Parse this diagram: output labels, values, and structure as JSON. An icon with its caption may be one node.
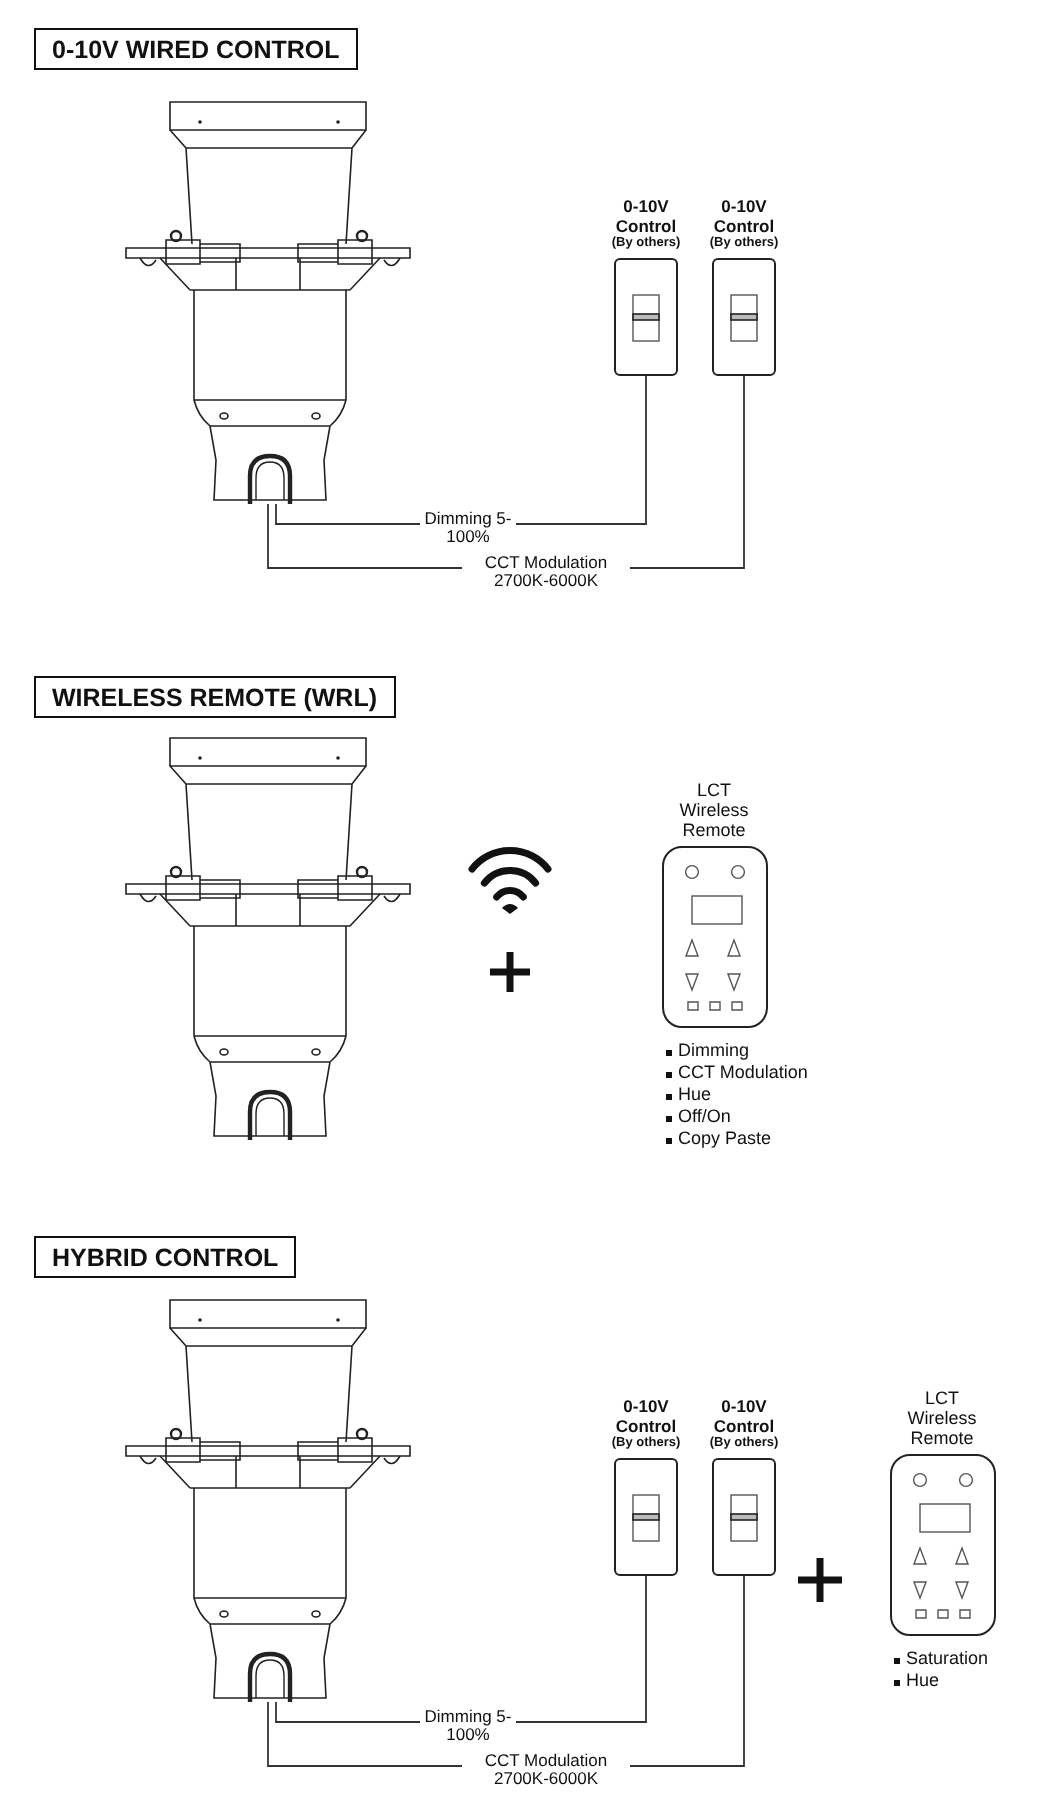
{
  "diagram": {
    "nodes": [
      {
        "text": [
          "0-10V WIRED CONTROL"
        ]
      },
      {
        "text": [],
        "shape": "picture"
      },
      {
        "text": [
          "0-10V Control",
          "(By others)"
        ]
      },
      {
        "text": [
          "0-10V Control",
          "(By others)"
        ]
      },
      {
        "text": [
          "WIRELESS REMOTE (WRL)"
        ]
      },
      {
        "text": [],
        "shape": "picture"
      },
      {
        "text": [
          "LCT Wireless Remote"
        ],
        "beside": [
          "Dimming",
          "CCT Modulation",
          "Hue",
          "Off/On",
          "Copy Paste"
        ]
      },
      {
        "text": [
          "HYBRID CONTROL"
        ]
      },
      {
        "text": [],
        "shape": "picture"
      },
      {
        "text": [
          "0-10V Control",
          "(By others)"
        ]
      },
      {
        "text": [
          "0-10V Control",
          "(By others)"
        ]
      },
      {
        "text": [
          "LCT Wireless Remote"
        ],
        "beside": [
          "Saturation",
          "Hue"
        ]
      }
    ],
    "edges": [
      {
        "from": 1,
        "to": 2,
        "arrow": "none",
        "label": "Dimming 5-100%"
      },
      {
        "from": 1,
        "to": 3,
        "arrow": "none",
        "label": "CCT Modulation 2700K-6000K"
      },
      {
        "from": 8,
        "to": 9,
        "arrow": "none",
        "label": "Dimming 5-100%"
      },
      {
        "from": 8,
        "to": 10,
        "arrow": "none",
        "label": "CCT Modulation 2700K-6000K"
      }
    ]
  }
}
